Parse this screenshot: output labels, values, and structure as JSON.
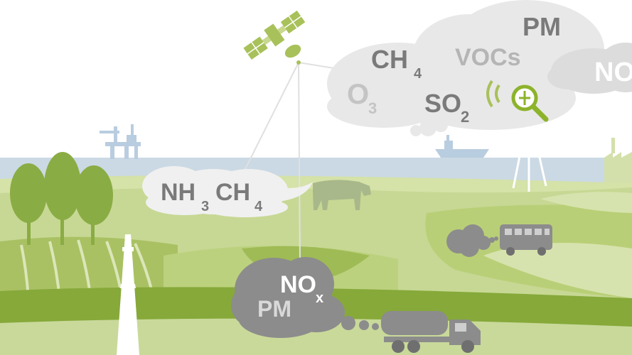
{
  "colors": {
    "sky": "#ffffff",
    "sea": "#cbd9e4",
    "field_light": "#c5d595",
    "field_mid": "#a9c163",
    "field_dark": "#7ea32e",
    "tree": "#8aac44",
    "cloud_light": "#e8e8e8",
    "cloud_mid": "#d9d9d9",
    "cloud_dark": "#8c8c8c",
    "text_dark": "#7a7a7a",
    "text_light": "#b5b5b5",
    "satellite": "#a8c15a",
    "sensor": "#8db32b"
  },
  "icons": [
    "satellite-icon",
    "oil-platform-icon",
    "ship-icon",
    "factory-icon",
    "cow-icon",
    "bus-icon",
    "truck-icon",
    "sensor-tower-icon",
    "measurement-tower-icon",
    "magnifier-icon",
    "signal-waves-icon",
    "tree-icon"
  ],
  "upper_cloud": {
    "ch4": {
      "main": "CH",
      "sub": "4"
    },
    "vocs": "VOCs",
    "pm": "PM",
    "o3": {
      "main": "O",
      "sub": "3"
    },
    "so2": {
      "main": "SO",
      "sub": "2"
    },
    "nox_partial": "NO"
  },
  "field_cloud": {
    "nh3": {
      "main": "NH",
      "sub": "3"
    },
    "ch4": {
      "main": "CH",
      "sub": "4"
    }
  },
  "ground_cloud": {
    "nox": {
      "main": "NO",
      "sub": "x"
    },
    "pm": "PM"
  }
}
